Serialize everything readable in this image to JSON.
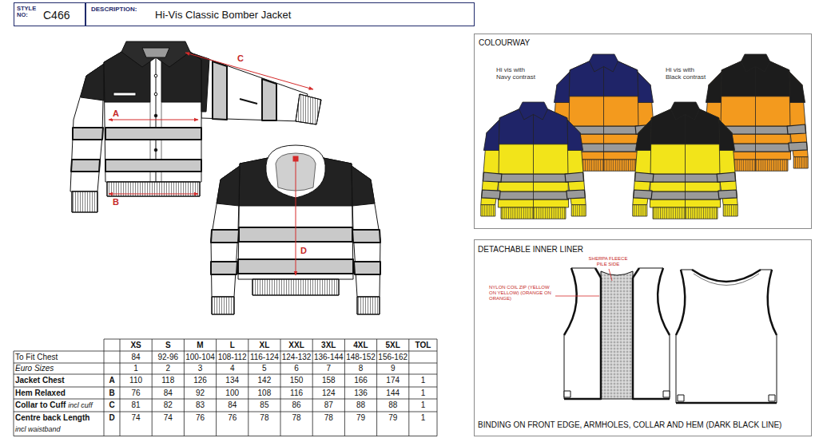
{
  "diagram": {
    "nodes": [
      {
        "text": [
          "STYLE NO:",
          "C466"
        ]
      },
      {
        "text": [
          "DESCRIPTION:",
          "Hi-Vis Classic Bomber Jacket"
        ]
      },
      {
        "text": [
          "COLOURWAY"
        ]
      },
      {
        "text": [
          "DETACHABLE INNER LINER"
        ]
      }
    ],
    "labels": [
      "A",
      "B",
      "C",
      "D",
      "XS",
      "S",
      "M",
      "L",
      "XL",
      "XXL",
      "3XL",
      "4XL",
      "5XL",
      "TOL",
      "To Fit Chest",
      "84",
      "92-96",
      "100-104",
      "108-112",
      "116-124",
      "124-132",
      "136-144",
      "148-152",
      "156-162",
      "Euro Sizes",
      "1",
      "2",
      "3",
      "4",
      "5",
      "6",
      "7",
      "8",
      "9",
      "Jacket Chest",
      "A",
      "110",
      "118",
      "126",
      "134",
      "142",
      "150",
      "158",
      "166",
      "174",
      "1",
      "Hem Relaxed",
      "B",
      "76",
      "84",
      "92",
      "100",
      "108",
      "116",
      "124",
      "136",
      "144",
      "1",
      "Collar to Cuff",
      "incl cuff",
      "C",
      "81",
      "82",
      "83",
      "84",
      "85",
      "86",
      "87",
      "88",
      "88",
      "1",
      "Centre back Length",
      "incl waistband",
      "D",
      "74",
      "74",
      "76",
      "76",
      "78",
      "78",
      "78",
      "79",
      "79",
      "1",
      "Hi vis with Navy contrast",
      "Hi vis with Black contrast",
      "SHERPA FLEECE PILE SIDE",
      "NYLON COIL ZIP (YELLOW ON YELLOW) (ORANGE ON ORANGE)",
      "BINDING ON FRONT EDGE, ARMHOLES, COLLAR AND HEM (DARK BLACK LINE)"
    ]
  }
}
